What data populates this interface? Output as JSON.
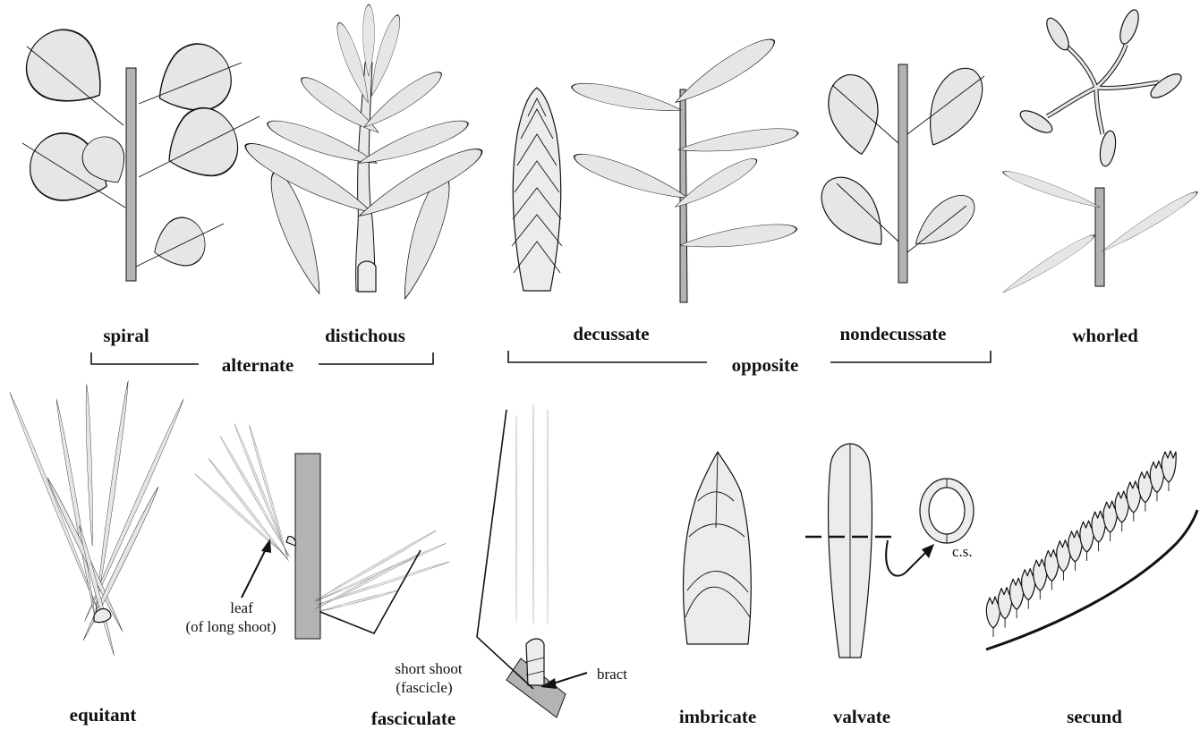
{
  "labels": {
    "spiral": "spiral",
    "distichous": "distichous",
    "alternate": "alternate",
    "decussate": "decussate",
    "opposite": "opposite",
    "nondecussate": "nondecussate",
    "whorled": "whorled",
    "equitant": "equitant",
    "fasciculate": "fasciculate",
    "imbricate": "imbricate",
    "valvate": "valvate",
    "secund": "secund"
  },
  "annotations": {
    "leaf": "leaf",
    "of_long_shoot": "(of long shoot)",
    "short_shoot": "short shoot",
    "fascicle": "(fascicle)",
    "bract": "bract",
    "cs": "c.s."
  },
  "colors": {
    "leaf_fill": "#e6e6e6",
    "stem_fill": "#b3b3b3",
    "outline": "#111111"
  }
}
